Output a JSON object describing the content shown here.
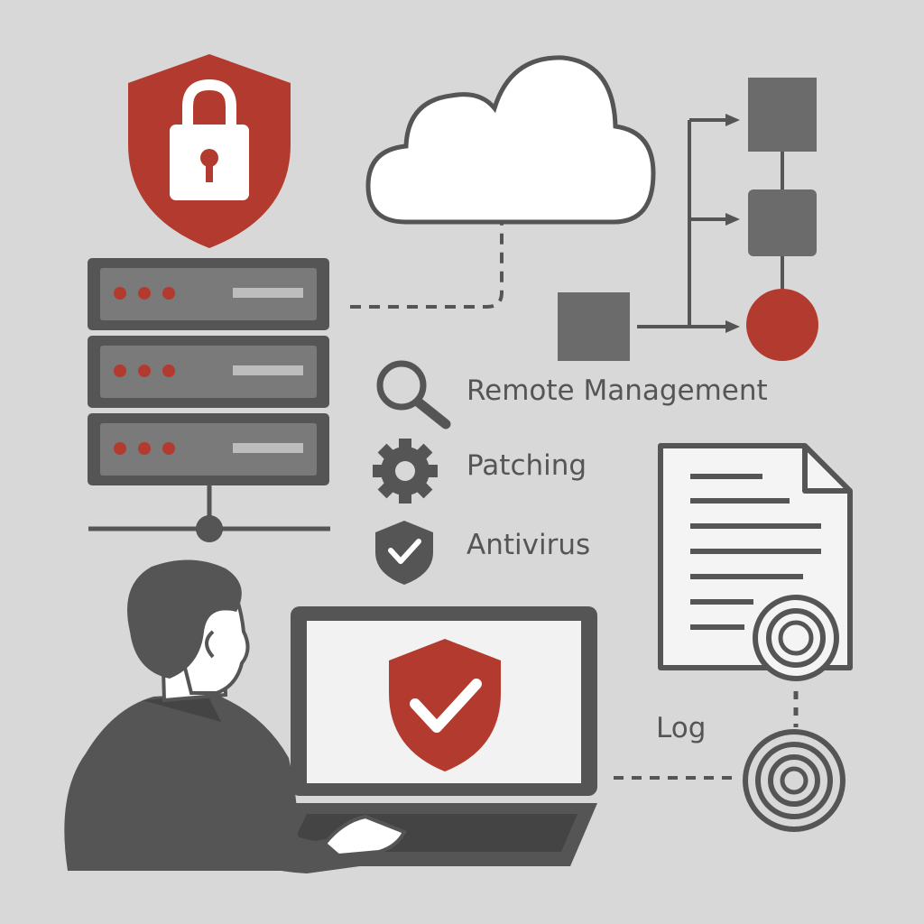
{
  "colors": {
    "background": "#d8d8d8",
    "accent_red": "#b33a2e",
    "dark_gray": "#555555",
    "mid_gray": "#6b6b6b",
    "light_fill": "#f2f2f2"
  },
  "icons": {
    "security_shield": "shield-lock-icon",
    "cloud": "cloud-icon",
    "server_rack": "server-rack-icon",
    "remote_management": "magnifier-icon",
    "patching": "gear-icon",
    "antivirus": "shield-check-icon",
    "laptop": "laptop-shield-icon",
    "document": "certificate-document-icon",
    "log": "target-icon",
    "user": "person-icon"
  },
  "features": [
    {
      "label": "Remote Management",
      "icon": "magnifier-icon"
    },
    {
      "label": "Patching",
      "icon": "gear-icon"
    },
    {
      "label": "Antivirus",
      "icon": "shield-check-icon"
    }
  ],
  "log_label": "Log"
}
